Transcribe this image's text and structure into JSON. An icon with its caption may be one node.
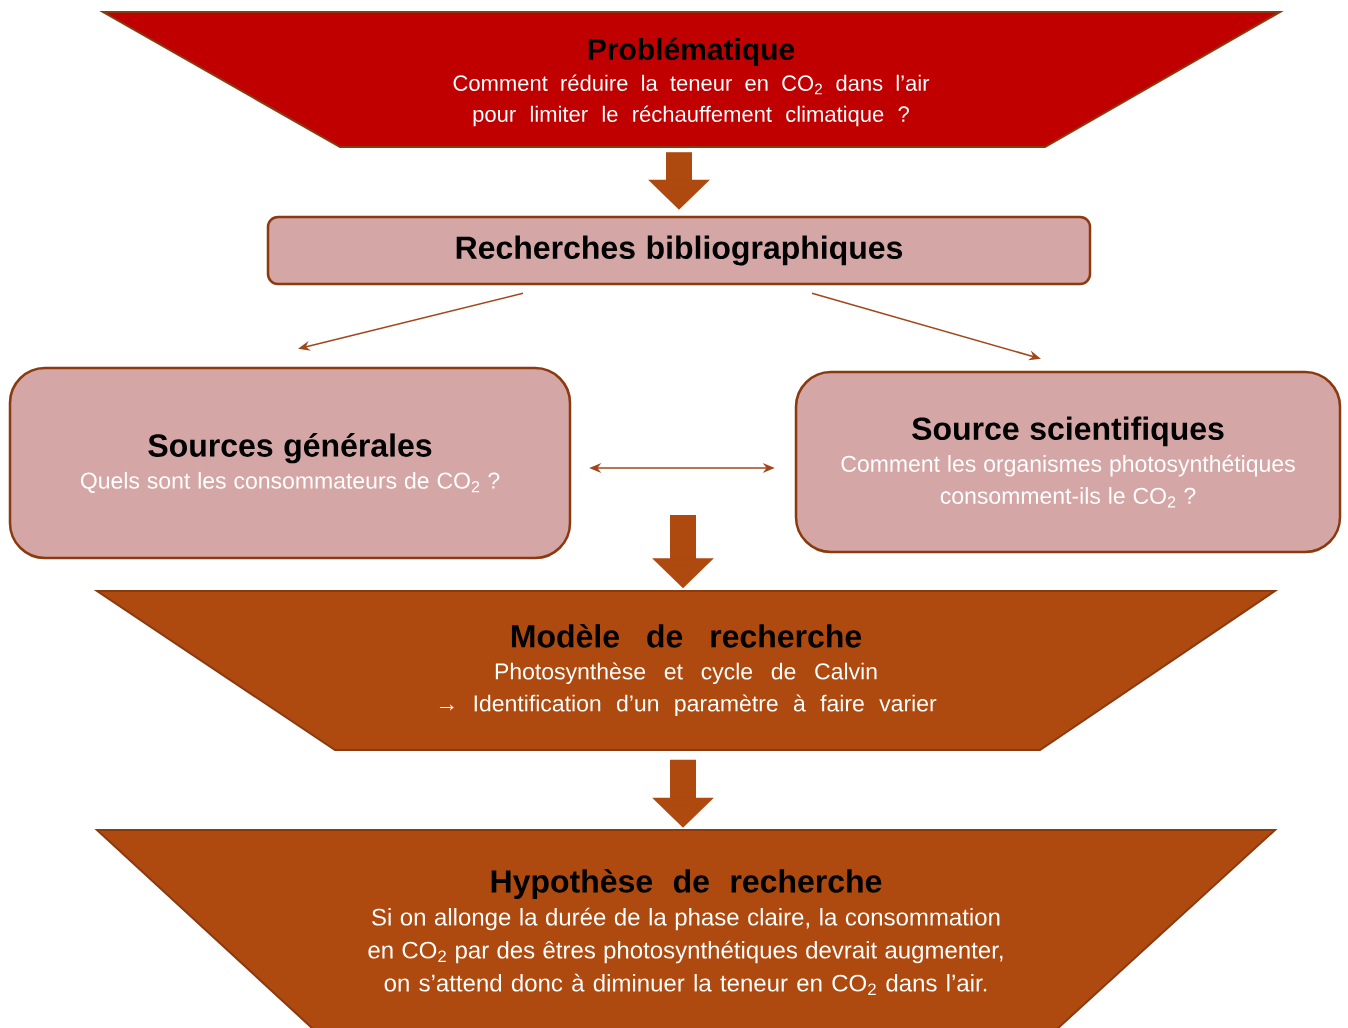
{
  "diagram": {
    "nodes": [
      {
        "text": [
          "Problématique",
          "Comment réduire la teneur en CO$_{2}$ dans l’air pour limiter le réchauffement climatique ?"
        ]
      },
      {
        "text": [
          "Recherches bibliographiques"
        ]
      },
      {
        "text": [
          "Sources générales",
          "Quels sont les consommateurs de CO$_{2}$ ?"
        ]
      },
      {
        "text": [
          "Source scientifiques",
          "Comment les organismes photosynthétiques consomment-ils le CO$_{2}$ ?"
        ]
      },
      {
        "text": [
          "Modèle de recherche",
          "Photosynthèse et cycle de Calvin",
          "→ Identification d’un paramètre à faire varier"
        ]
      },
      {
        "text": [
          "Hypothèse de recherche",
          "Si on allonge la durée de la phase claire, la consommation en CO$_{2}$ par des êtres photosynthétiques devrait augmenter, on s’attend donc à diminuer la teneur en CO$_{2}$ dans l’air."
        ]
      }
    ],
    "edges": [
      {
        "from": 0,
        "to": 1,
        "arrow": "to",
        "style": "thick"
      },
      {
        "from": 1,
        "to": 2,
        "arrow": "to"
      },
      {
        "from": 1,
        "to": 3,
        "arrow": "to"
      },
      {
        "from": 2,
        "to": 3,
        "arrow": "both"
      },
      {
        "from": null,
        "to": 4,
        "arrow": "to",
        "style": "thick"
      },
      {
        "from": 4,
        "to": 5,
        "arrow": "to",
        "style": "thick"
      }
    ]
  }
}
